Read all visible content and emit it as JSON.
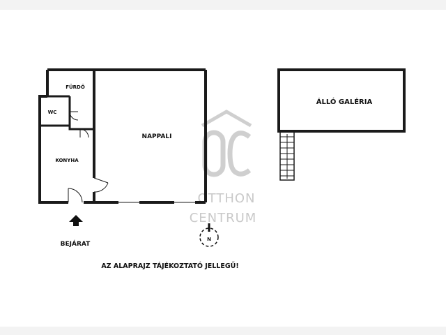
{
  "rooms": {
    "furdo": "FÜRDŐ",
    "wc": "WC",
    "konyha": "KONYHA",
    "nappali": "NAPPALI",
    "gallery": "ÁLLÓ GALÉRIA"
  },
  "entrance_label": "BEJÁRAT",
  "disclaimer": "AZ ALAPRAJZ TÁJÉKOZTATÓ JELLEGŰ!",
  "compass_letter": "N",
  "watermark": {
    "line1": "OTTHON",
    "line2": "CENTRUM"
  },
  "colors": {
    "wall": "#1a1a1a",
    "watermark": "#c9c9c9",
    "background": "#ffffff"
  }
}
